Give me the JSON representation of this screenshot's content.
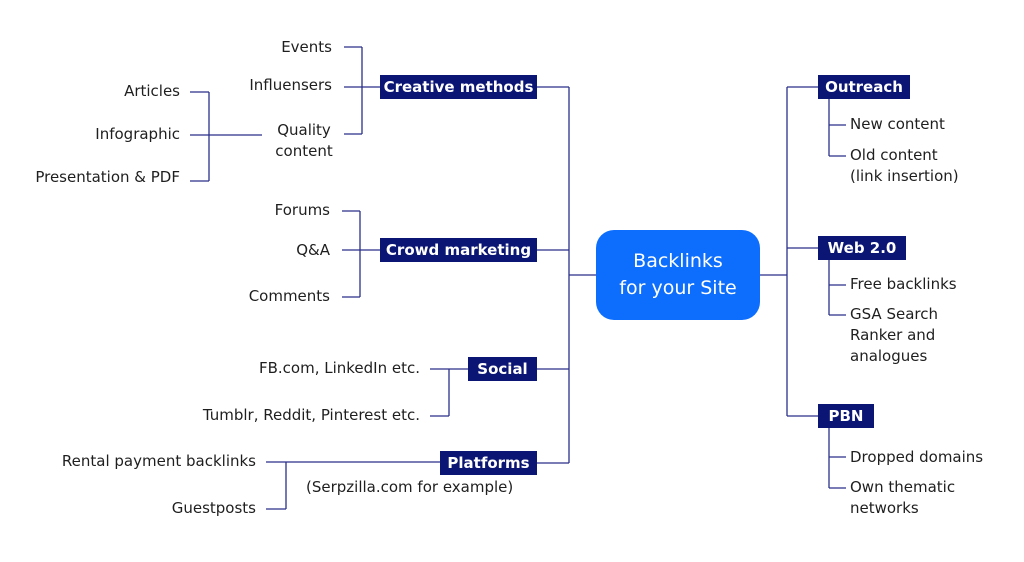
{
  "center": {
    "line1": "Backlinks",
    "line2": "for your Site"
  },
  "left": {
    "creative": {
      "label": "Creative methods",
      "items": [
        "Events",
        "Influensers"
      ],
      "quality": {
        "line1": "Quality",
        "line2": "content"
      },
      "quality_items": [
        "Articles",
        "Infographic",
        "Presentation & PDF"
      ]
    },
    "crowd": {
      "label": "Crowd marketing",
      "items": [
        "Forums",
        "Q&A",
        "Comments"
      ]
    },
    "social": {
      "label": "Social",
      "items": [
        "FB.com, LinkedIn etc.",
        "Tumblr, Reddit, Pinterest etc."
      ]
    },
    "platforms": {
      "label": "Platforms",
      "note": "(Serpzilla.com for example)",
      "items": [
        "Rental payment backlinks",
        "Guestposts"
      ]
    }
  },
  "right": {
    "outreach": {
      "label": "Outreach",
      "items": [
        "New content",
        "Old content",
        "(link insertion)"
      ]
    },
    "web20": {
      "label": "Web 2.0",
      "items": [
        "Free backlinks",
        "GSA Search",
        "Ranker and",
        "analogues"
      ]
    },
    "pbn": {
      "label": "PBN",
      "items": [
        "Dropped domains",
        "Own thematic",
        "networks"
      ]
    }
  },
  "colors": {
    "node": "#0b1574",
    "center": "#0d6efd",
    "lines": "#2a2f8a"
  }
}
